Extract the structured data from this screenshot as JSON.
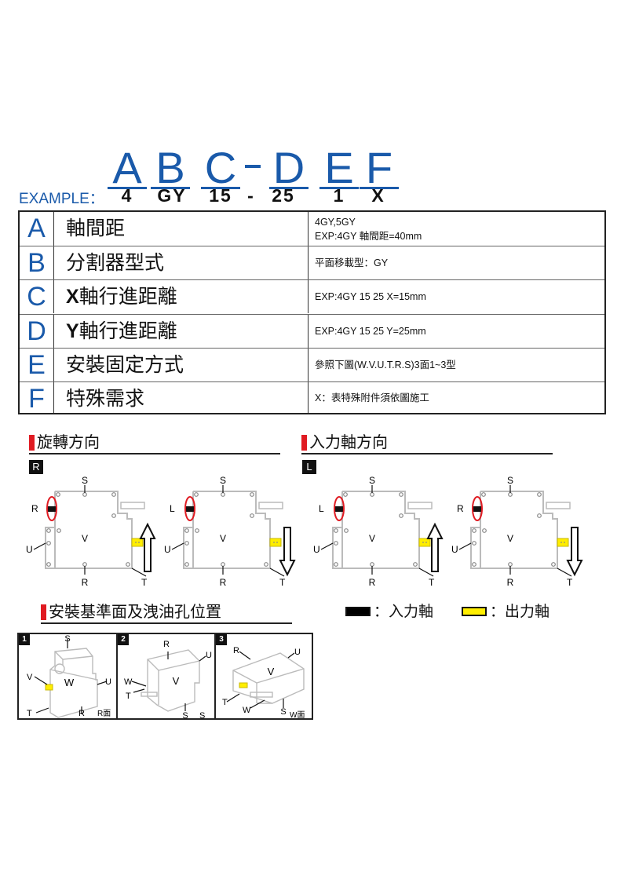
{
  "code_format": {
    "letters": [
      "A",
      "B",
      "C",
      "-",
      "D",
      "E",
      "F"
    ],
    "example_label": "EXAMPLE：",
    "example_values": {
      "A": "4",
      "B": "GY",
      "C": "15",
      "dash": "-",
      "D": "25",
      "E": "1",
      "F": "X"
    }
  },
  "spec_table": {
    "rows": [
      {
        "code": "A",
        "name": "軸間距",
        "name_prefix": "",
        "desc_lines": [
          "4GY,5GY",
          "EXP:4GY 軸間距=40mm"
        ]
      },
      {
        "code": "B",
        "name": "分割器型式",
        "name_prefix": "",
        "desc_lines": [
          "平面移載型：GY"
        ]
      },
      {
        "code": "C",
        "name": "軸行進距離",
        "name_prefix": "X",
        "desc_lines": [
          "EXP:4GY 15 25 X=15mm"
        ]
      },
      {
        "code": "D",
        "name": "軸行進距離",
        "name_prefix": "Y",
        "desc_lines": [
          "EXP:4GY 15 25 Y=25mm"
        ]
      },
      {
        "code": "E",
        "name": "安裝固定方式",
        "name_prefix": "",
        "desc_lines": [
          "參照下圖(W.V.U.T.R.S)3面1~3型"
        ]
      },
      {
        "code": "F",
        "name": "特殊需求",
        "name_prefix": "",
        "desc_lines": [
          "X：表特殊附件須依圖施工"
        ]
      }
    ]
  },
  "rotation_section": {
    "title": "旋轉方向",
    "tag": "R",
    "diagrams": [
      {
        "input_label": "R",
        "arrow": "up"
      },
      {
        "input_label": "L",
        "arrow": "down"
      }
    ]
  },
  "input_section": {
    "title": "入力軸方向",
    "tag": "L",
    "diagrams": [
      {
        "input_label": "L",
        "arrow": "up"
      },
      {
        "input_label": "R",
        "arrow": "down"
      }
    ]
  },
  "face_labels": {
    "top": "S",
    "left": "U",
    "center": "V",
    "bottom": "R",
    "right_bottom": "T"
  },
  "mount_section": {
    "title": "安裝基準面及洩油孔位置",
    "panels": [
      {
        "num": "1",
        "labels": {
          "S": "S",
          "V": "V",
          "W": "W",
          "U": "U",
          "T": "T",
          "R": "R"
        },
        "face_note": "R面"
      },
      {
        "num": "2",
        "labels": {
          "R": "R",
          "U": "U",
          "W": "W",
          "V": "V",
          "T": "T",
          "S": "S"
        },
        "face_note": "S"
      },
      {
        "num": "3",
        "labels": {
          "R": "R",
          "U": "U",
          "V": "V",
          "T": "T",
          "W": "W",
          "S": "S"
        },
        "face_note": "W面"
      }
    ]
  },
  "legend": {
    "input_shaft": {
      "label": "：入力軸",
      "color": "#000000"
    },
    "output_shaft": {
      "label": "：出力軸",
      "color": "#ffee00"
    }
  },
  "colors": {
    "accent_blue": "#1a5aaa",
    "marker_red": "#e01b22",
    "output_yellow": "#ffee00"
  }
}
